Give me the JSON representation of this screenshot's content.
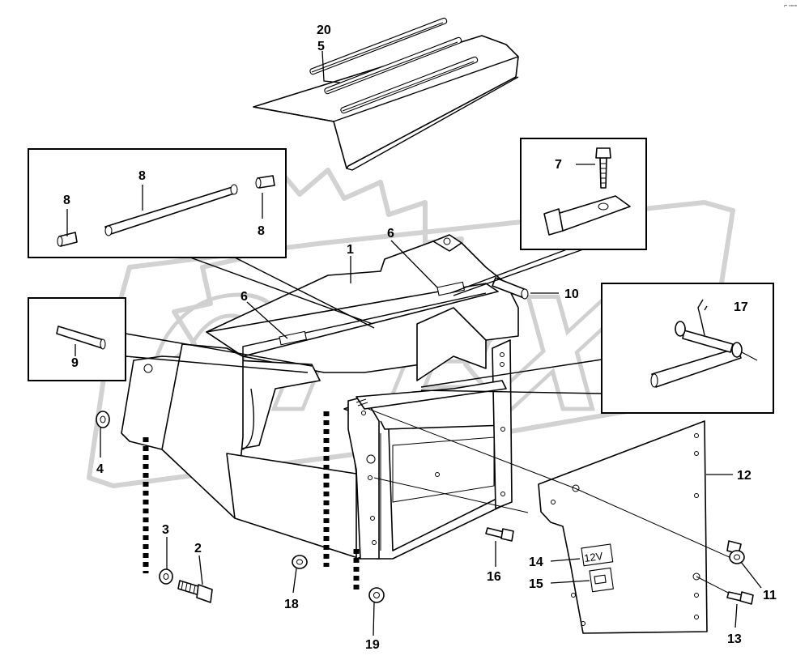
{
  "callouts": {
    "c1": "1",
    "c2": "2",
    "c3": "3",
    "c4": "4",
    "c5": "5",
    "c6a": "6",
    "c6b": "6",
    "c7": "7",
    "c8a": "8",
    "c8b": "8",
    "c8c": "8",
    "c9": "9",
    "c10": "10",
    "c11": "11",
    "c12": "12",
    "c13": "13",
    "c14": "14",
    "c15": "15",
    "c16": "16",
    "c17": "17",
    "c18": "18",
    "c19": "19",
    "c20": "20"
  },
  "decals": {
    "voltage": "12V"
  },
  "corner_mark": "⌐ ▫▫▫▫",
  "watermark": "OPEX",
  "colors": {
    "line": "#000000",
    "watermark": "#d2d2d2",
    "background": "#ffffff"
  }
}
